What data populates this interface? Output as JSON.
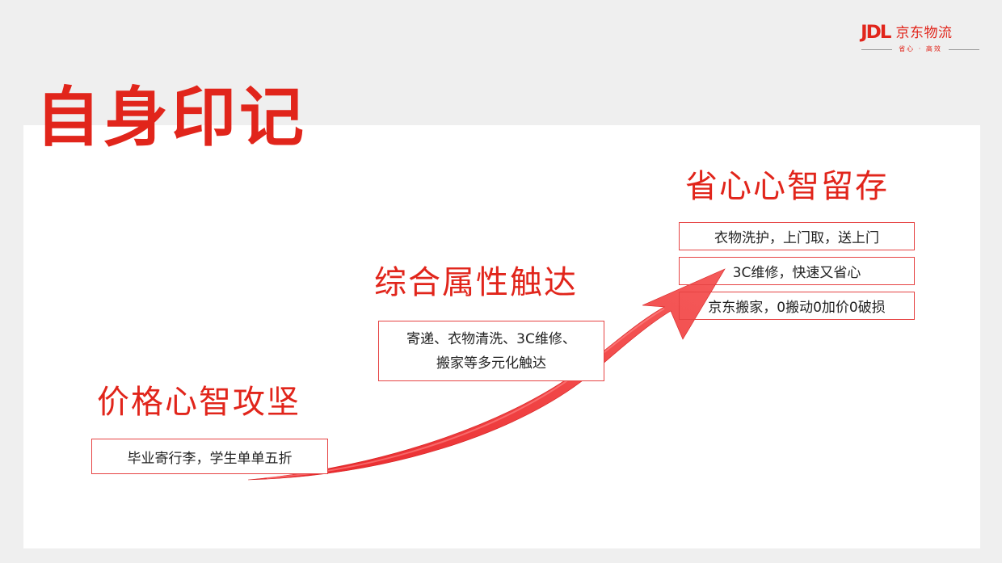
{
  "logo": {
    "mark": "JDL",
    "name": "京东物流",
    "slogan": "省心 · 高效"
  },
  "page": {
    "title": "自身印记"
  },
  "stages": [
    {
      "title": "价格心智攻坚",
      "items": [
        "毕业寄行李，学生单单五折"
      ]
    },
    {
      "title": "综合属性触达",
      "items": [
        "寄递、衣物清洗、3C维修、",
        "搬家等多元化触达"
      ]
    },
    {
      "title": "省心心智留存",
      "items": [
        "衣物洗护，上门取，送上门",
        "3C维修，快速又省心",
        "京东搬家，0搬动0加价0破损"
      ]
    }
  ],
  "colors": {
    "accent": "#e1251b",
    "arrow": "#f24a4a",
    "background": "#efefef",
    "card": "#ffffff"
  }
}
